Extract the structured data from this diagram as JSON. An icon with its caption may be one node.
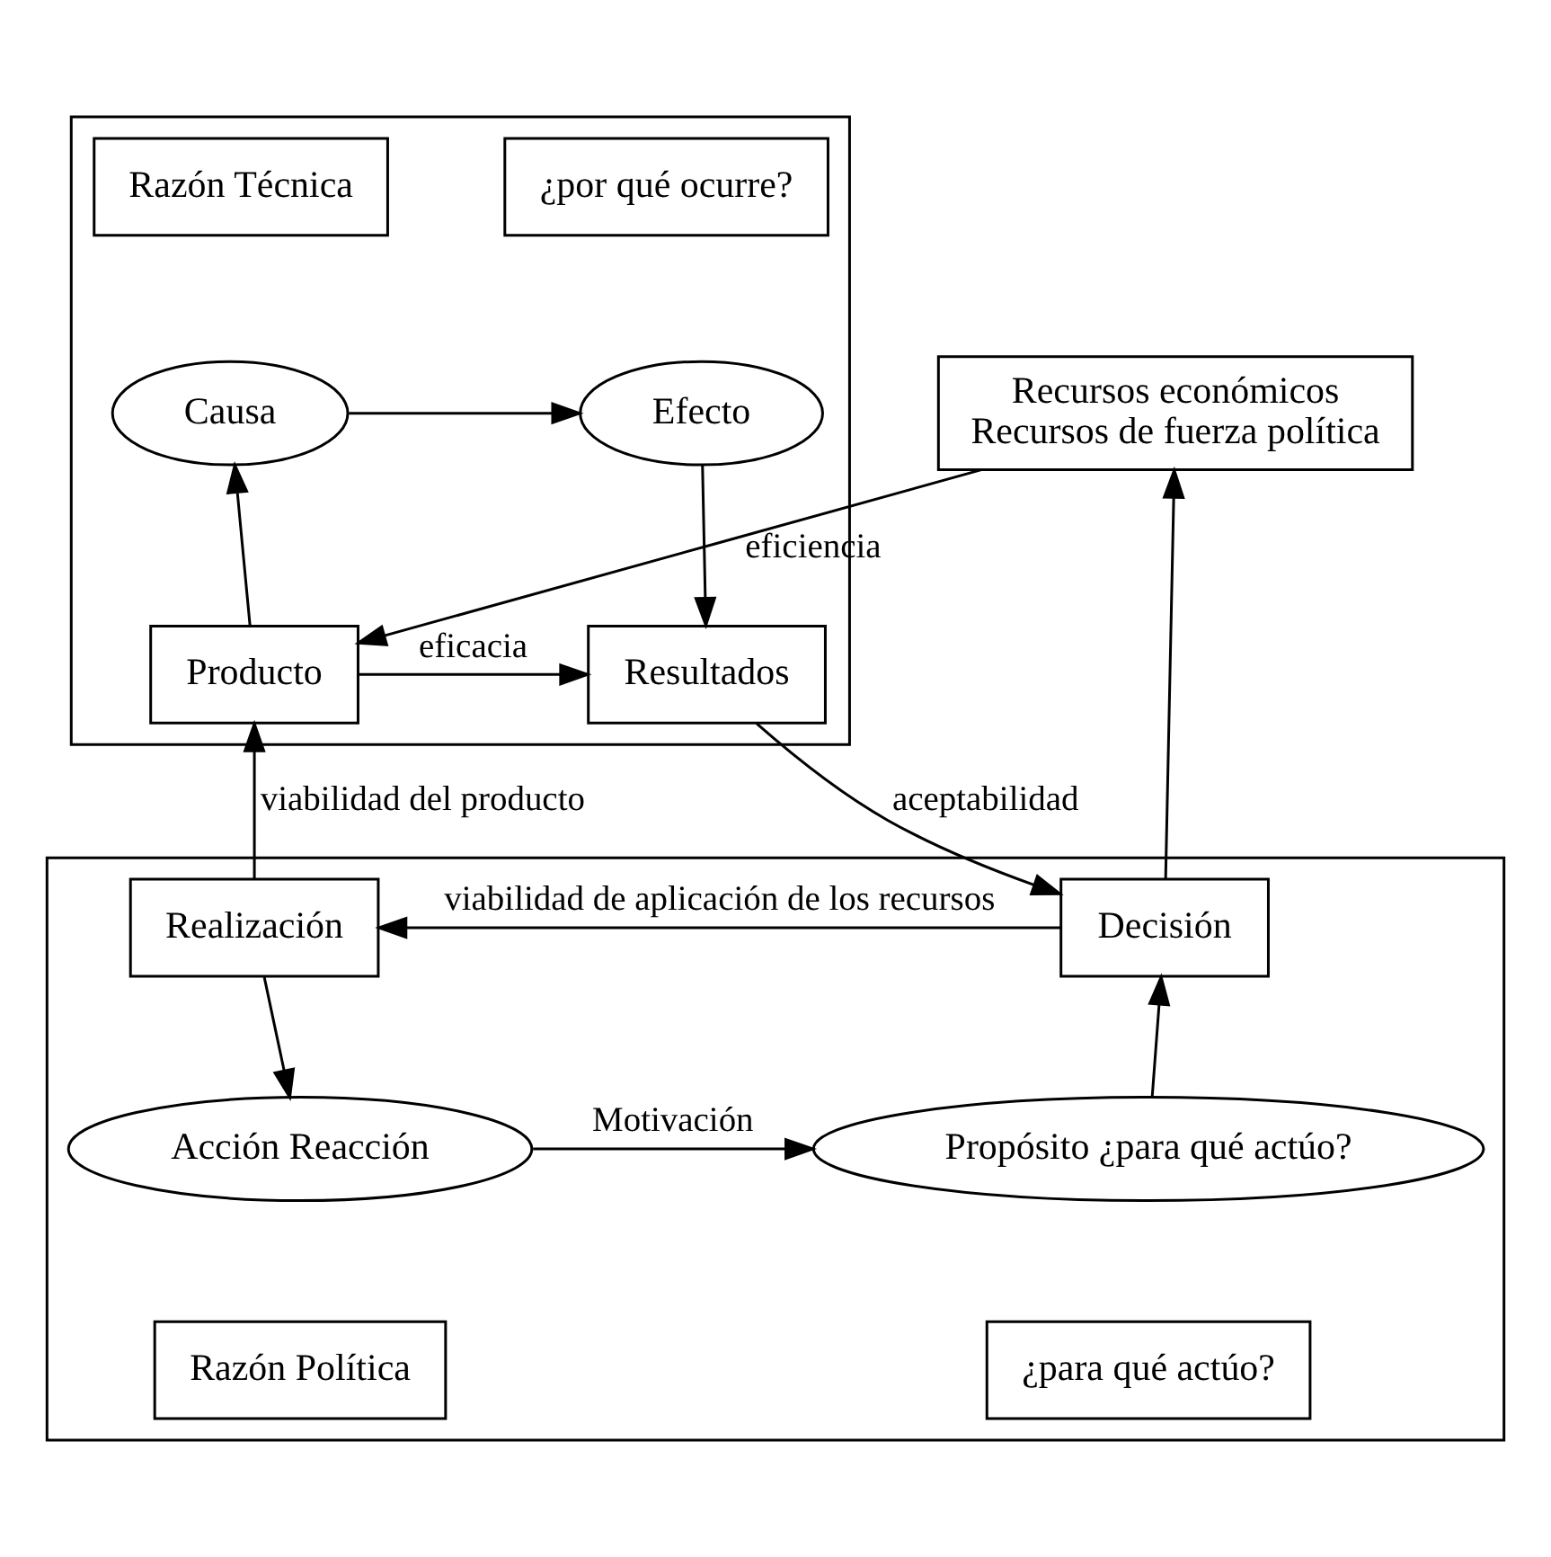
{
  "diagram": {
    "nodes": [
      {
        "text": [],
        "shape": "box"
      },
      {
        "text": [
          "Razón Técnica"
        ],
        "in": 0
      },
      {
        "text": [
          "¿por qué ocurre?"
        ],
        "in": 0
      },
      {
        "text": [
          "Causa"
        ],
        "in": 0
      },
      {
        "text": [
          "Efecto"
        ],
        "in": 0
      },
      {
        "text": [
          "Producto"
        ],
        "in": 0
      },
      {
        "text": [
          "Resultados"
        ],
        "in": 0
      },
      {
        "text": [
          "Recursos económicos",
          "Recursos de fuerza política"
        ]
      },
      {
        "text": [],
        "shape": "box"
      },
      {
        "text": [
          "Realización"
        ],
        "in": 8
      },
      {
        "text": [
          "Decisión"
        ],
        "in": 8
      },
      {
        "text": [
          "Acción Reacción"
        ],
        "in": 8
      },
      {
        "text": [
          "Propósito ¿para qué actúo?"
        ],
        "in": 8
      },
      {
        "text": [
          "Razón Política"
        ],
        "in": 8
      },
      {
        "text": [
          "¿para qué actúo?"
        ],
        "in": 8
      }
    ],
    "edges": [
      {
        "from": 3,
        "to": 4,
        "arrow": "to"
      },
      {
        "from": 5,
        "to": 3,
        "arrow": "to"
      },
      {
        "from": 4,
        "to": 6,
        "arrow": "to"
      },
      {
        "from": 5,
        "to": 6,
        "arrow": "to",
        "label": "eficacia"
      },
      {
        "from": 7,
        "to": 5,
        "arrow": "to",
        "label": "eficiencia"
      },
      {
        "from": 6,
        "to": 10,
        "arrow": "to",
        "label": "aceptabilidad"
      },
      {
        "from": 10,
        "to": 7,
        "arrow": "to"
      },
      {
        "from": 10,
        "to": 9,
        "arrow": "to",
        "label": "viabilidad de aplicación de los recursos"
      },
      {
        "from": 9,
        "to": 5,
        "arrow": "to",
        "label": "viabilidad del producto"
      },
      {
        "from": 9,
        "to": 11,
        "arrow": "to"
      },
      {
        "from": 11,
        "to": 12,
        "arrow": "to",
        "label": "Motivación"
      },
      {
        "from": 12,
        "to": 10,
        "arrow": "to"
      }
    ]
  }
}
